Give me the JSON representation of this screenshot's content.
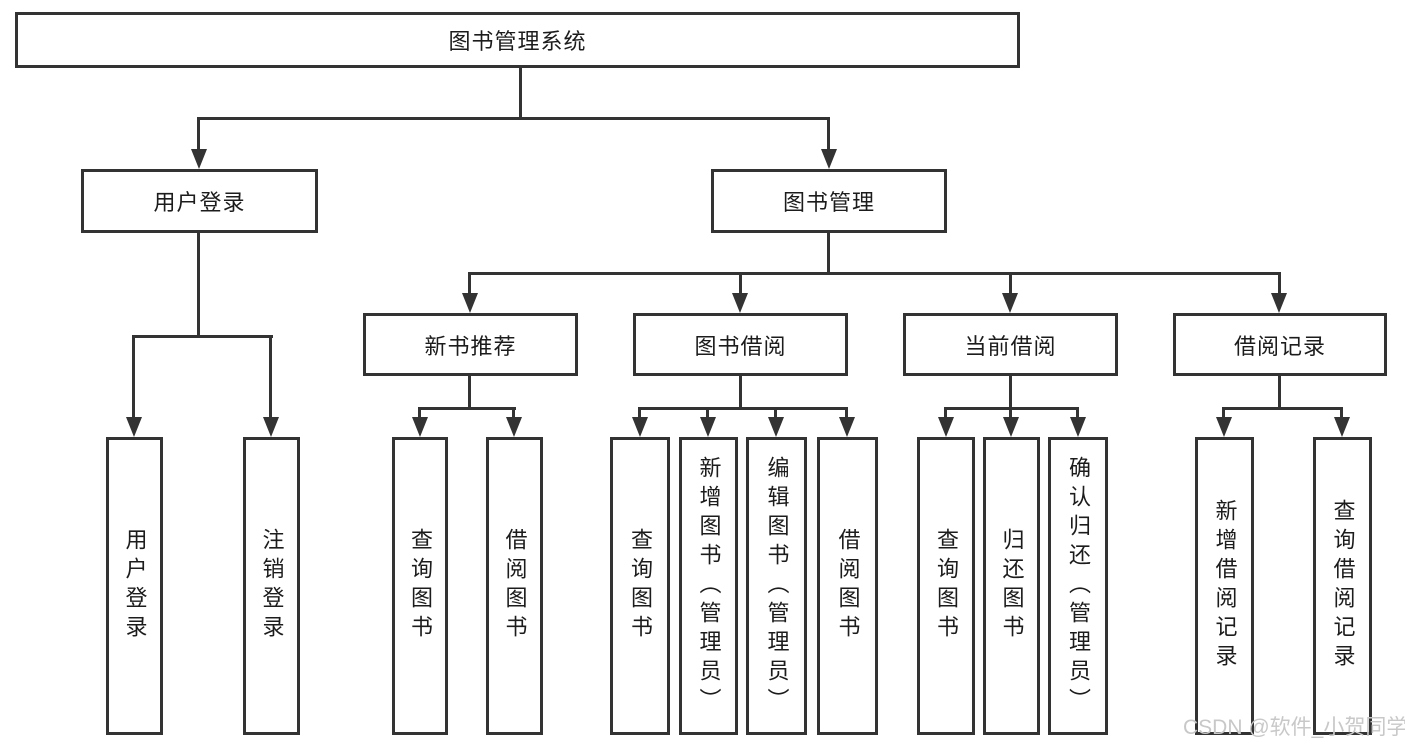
{
  "diagram": {
    "root_label": "图书管理系统",
    "user_login": {
      "label": "用户登录",
      "children": [
        {
          "label": "用户登录"
        },
        {
          "label": "注销登录"
        }
      ]
    },
    "book_mgmt": {
      "label": "图书管理",
      "modules": [
        {
          "label": "新书推荐",
          "children": [
            {
              "label": "查询图书"
            },
            {
              "label": "借阅图书"
            }
          ]
        },
        {
          "label": "图书借阅",
          "children": [
            {
              "label": "查询图书"
            },
            {
              "label": "新增图书（管理员）"
            },
            {
              "label": "编辑图书（管理员）"
            },
            {
              "label": "借阅图书"
            }
          ]
        },
        {
          "label": "当前借阅",
          "children": [
            {
              "label": "查询图书"
            },
            {
              "label": "归还图书"
            },
            {
              "label": "确认归还（管理员）"
            }
          ]
        },
        {
          "label": "借阅记录",
          "children": [
            {
              "label": "新增借阅记录"
            },
            {
              "label": "查询借阅记录"
            }
          ]
        }
      ]
    }
  },
  "watermark": "CSDN @软件_小贺同学",
  "colors": {
    "line": "#333333",
    "text": "#1c1c1c",
    "watermark": "#c8c8c8",
    "bg": "#ffffff"
  }
}
